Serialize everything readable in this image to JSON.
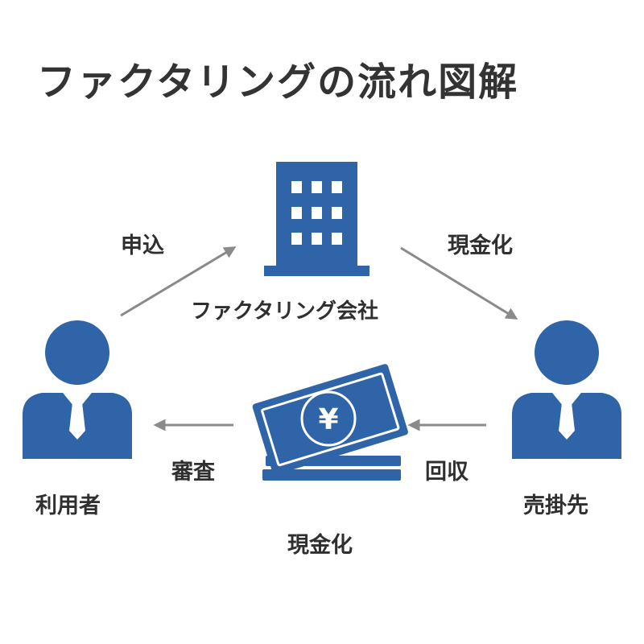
{
  "title": "ファクタリングの流れ図解",
  "nodes": {
    "company": "ファクタリング会社",
    "user": "利用者",
    "buyer": "売掛先"
  },
  "edges": {
    "apply": "申込",
    "cash_top": "現金化",
    "review": "審査",
    "collect": "回収",
    "cash_bottom": "現金化"
  },
  "icons": {
    "company": "building-icon",
    "user": "person-icon",
    "buyer": "person-icon",
    "money": "yen-banknotes-icon"
  },
  "colors": {
    "icon_blue": "#2f64a8",
    "arrow_gray": "#8a8a8a",
    "text": "#333333"
  }
}
